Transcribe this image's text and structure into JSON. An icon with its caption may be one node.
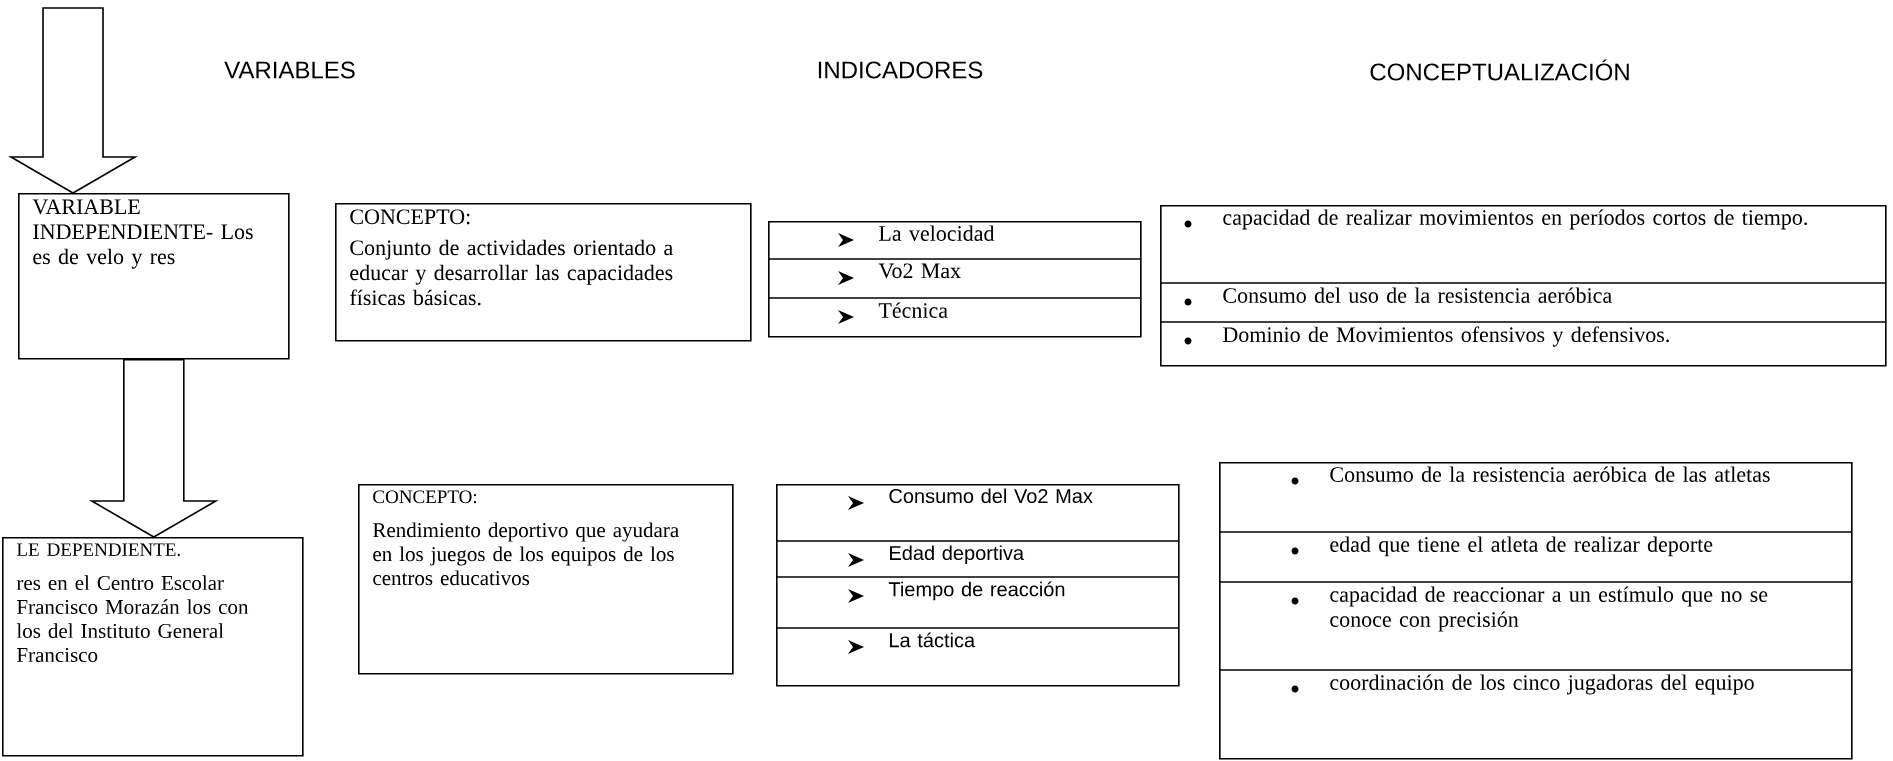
{
  "diagram": {
    "nodes": [
      {
        "text": [
          "VARIABLE INDEPENDIENTE- Los es de velo y res"
        ]
      },
      {
        "text": [
          "CONCEPTO:",
          "Conjunto de actividades orientado a educar y desarrollar las capacidades físicas básicas."
        ]
      },
      {
        "text": [
          "La velocidad",
          "Vo2 Max",
          "Técnica"
        ]
      },
      {
        "text": [
          "capacidad de realizar movimientos en períodos cortos de tiempo.",
          "Consumo del uso de la resistencia aeróbica",
          "Dominio de Movimientos ofensivos y defensivos."
        ]
      },
      {
        "text": [
          "LE DEPENDIENTE.",
          "res en el Centro Escolar Francisco Morazán los con los del Instituto General Francisco"
        ]
      },
      {
        "text": [
          "CONCEPTO:",
          "Rendimiento deportivo que ayudara en los juegos de los equipos de los centros educativos"
        ]
      },
      {
        "text": [
          "Consumo del Vo2 Max",
          "Edad deportiva",
          "Tiempo de reacción",
          "La táctica"
        ]
      },
      {
        "text": [
          "Consumo de la resistencia aeróbica de las atletas",
          "edad que tiene el atleta de realizar deporte",
          "capacidad de reaccionar a un estímulo que no se conoce con precisión",
          "coordinación de los cinco jugadoras del equipo"
        ]
      }
    ],
    "edges": [
      {
        "from": null,
        "to": 0,
        "arrow": "to"
      },
      {
        "from": 0,
        "to": 4,
        "arrow": "to"
      }
    ],
    "labels": [
      "VARIABLES",
      "INDICADORES",
      "CONCEPTUALIZACIÓN"
    ]
  }
}
